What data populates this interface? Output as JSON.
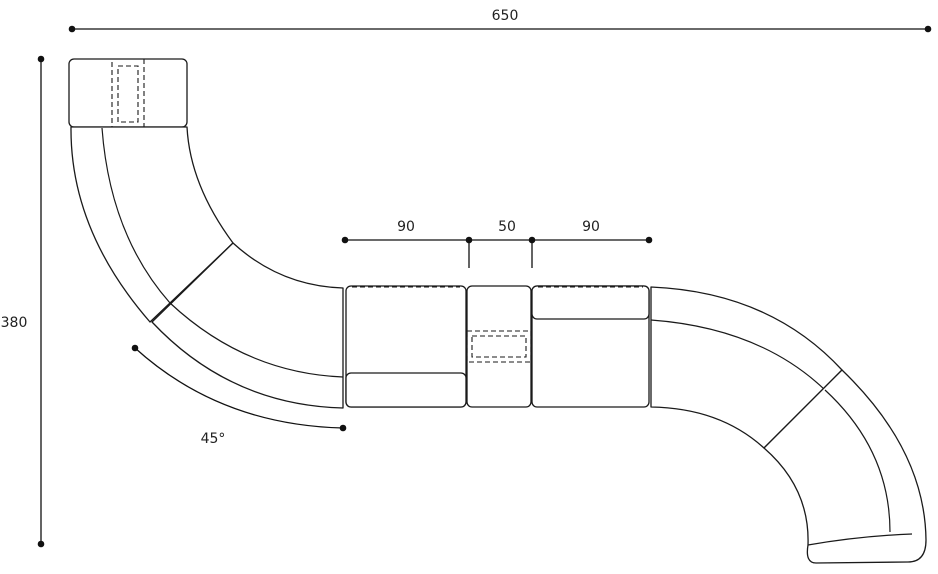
{
  "dimensions": {
    "total_width": "650",
    "total_height": "380",
    "segment_left": "90",
    "segment_middle": "50",
    "segment_right": "90",
    "angle": "45°"
  }
}
